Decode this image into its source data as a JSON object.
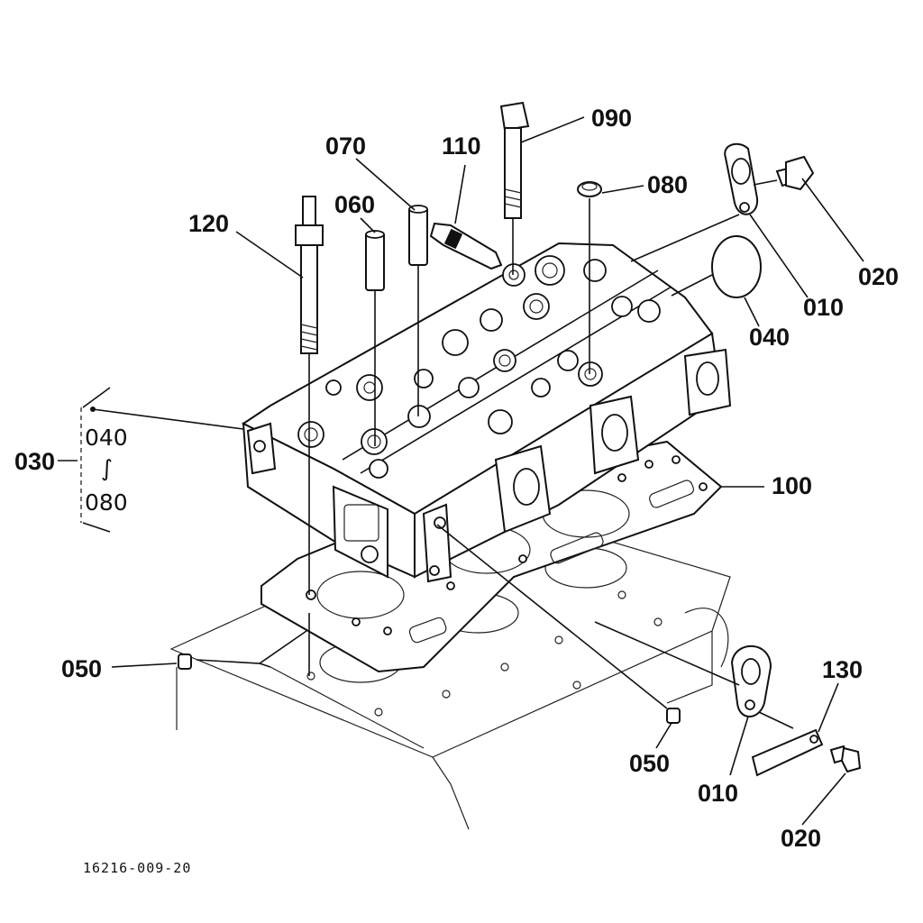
{
  "callouts": {
    "c090": "090",
    "c070": "070",
    "c110": "110",
    "c080": "080",
    "c060": "060",
    "c120": "120",
    "c020_top": "020",
    "c010_top": "010",
    "c040": "040",
    "c030": "030",
    "c100": "100",
    "c050_left": "050",
    "c050_mid": "050",
    "c130": "130",
    "c010_bottom": "010",
    "c020_bottom": "020"
  },
  "group_030": {
    "from": "040",
    "tilde": "∫",
    "to": "080"
  },
  "drawing_code": "16216-009-20"
}
